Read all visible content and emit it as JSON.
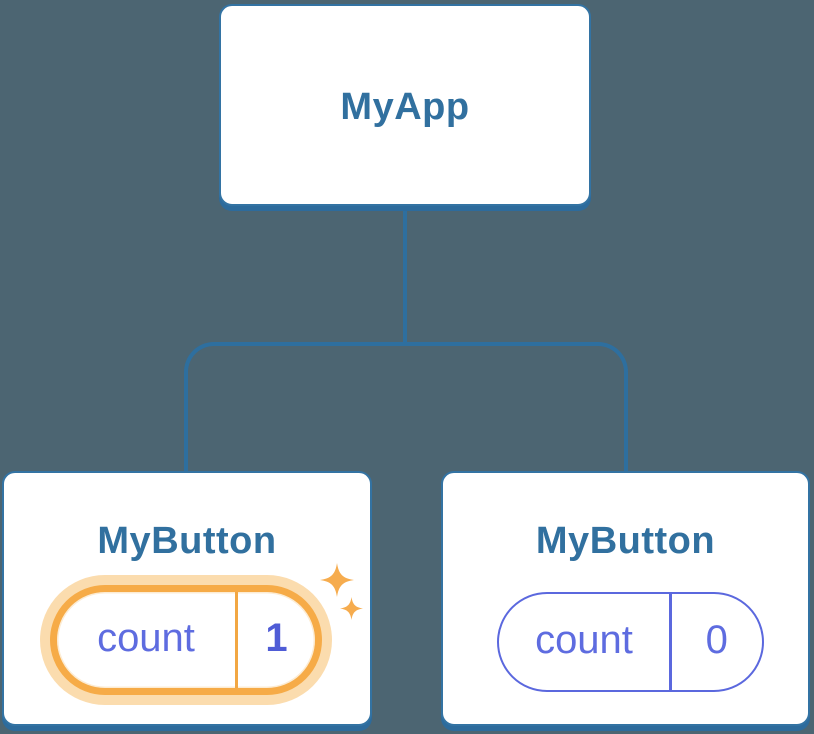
{
  "diagram": {
    "description": "React component tree diagram: parent component with two child button components holding independent state",
    "background_color": "#4c6572",
    "colors": {
      "card_border_blue": "#3373a3",
      "card_shadow_blue": "#2d6b9c",
      "connector_blue": "#2e6f9f",
      "title_blue": "#31709f",
      "state_purple": "#5e6ce0",
      "state_value_purple_bold": "#4f5cd6",
      "pill_border_purple": "#5b68de",
      "highlight_orange": "#f6ab47",
      "highlight_halo": "#fbdcae",
      "sparkle_orange": "#f6ac4e"
    },
    "root": {
      "label": "MyApp"
    },
    "children": [
      {
        "label": "MyButton",
        "state_name": "count",
        "state_value": "1",
        "highlighted": true,
        "icon": "sparkles-icon"
      },
      {
        "label": "MyButton",
        "state_name": "count",
        "state_value": "0",
        "highlighted": false
      }
    ]
  }
}
